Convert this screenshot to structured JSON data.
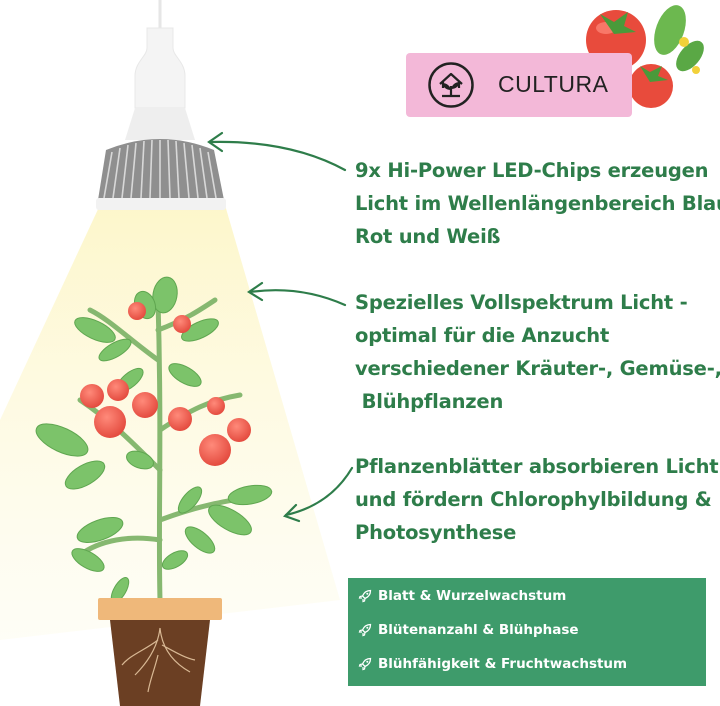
{
  "brand": {
    "name": "CULTURA",
    "logo_icon": "house-seedling-icon"
  },
  "callouts": [
    {
      "lines": [
        "9x Hi-Power LED-Chips erzeugen",
        "Licht im Wellenlängenbereich Blau,",
        "Rot und Weiß"
      ]
    },
    {
      "lines": [
        "Spezielles Vollspektrum Licht -",
        "optimal für die Anzucht",
        "verschiedener Kräuter-, Gemüse-,",
        " Blühpflanzen"
      ]
    },
    {
      "lines": [
        "Pflanzenblätter absorbieren Licht",
        "und fördern Chlorophylbildung &",
        "Photosynthese"
      ]
    }
  ],
  "features": [
    {
      "icon": "rocket-icon",
      "label": "Blatt & Wurzelwachstum"
    },
    {
      "icon": "rocket-icon",
      "label": "Blütenanzahl & Blühphase"
    },
    {
      "icon": "rocket-icon",
      "label": "Blühfähigkeit & Fruchtwachstum"
    }
  ],
  "colors": {
    "text_green": "#2e7d4a",
    "feature_bg": "#3e9b6b",
    "brand_bg": "#f3b8d8"
  }
}
